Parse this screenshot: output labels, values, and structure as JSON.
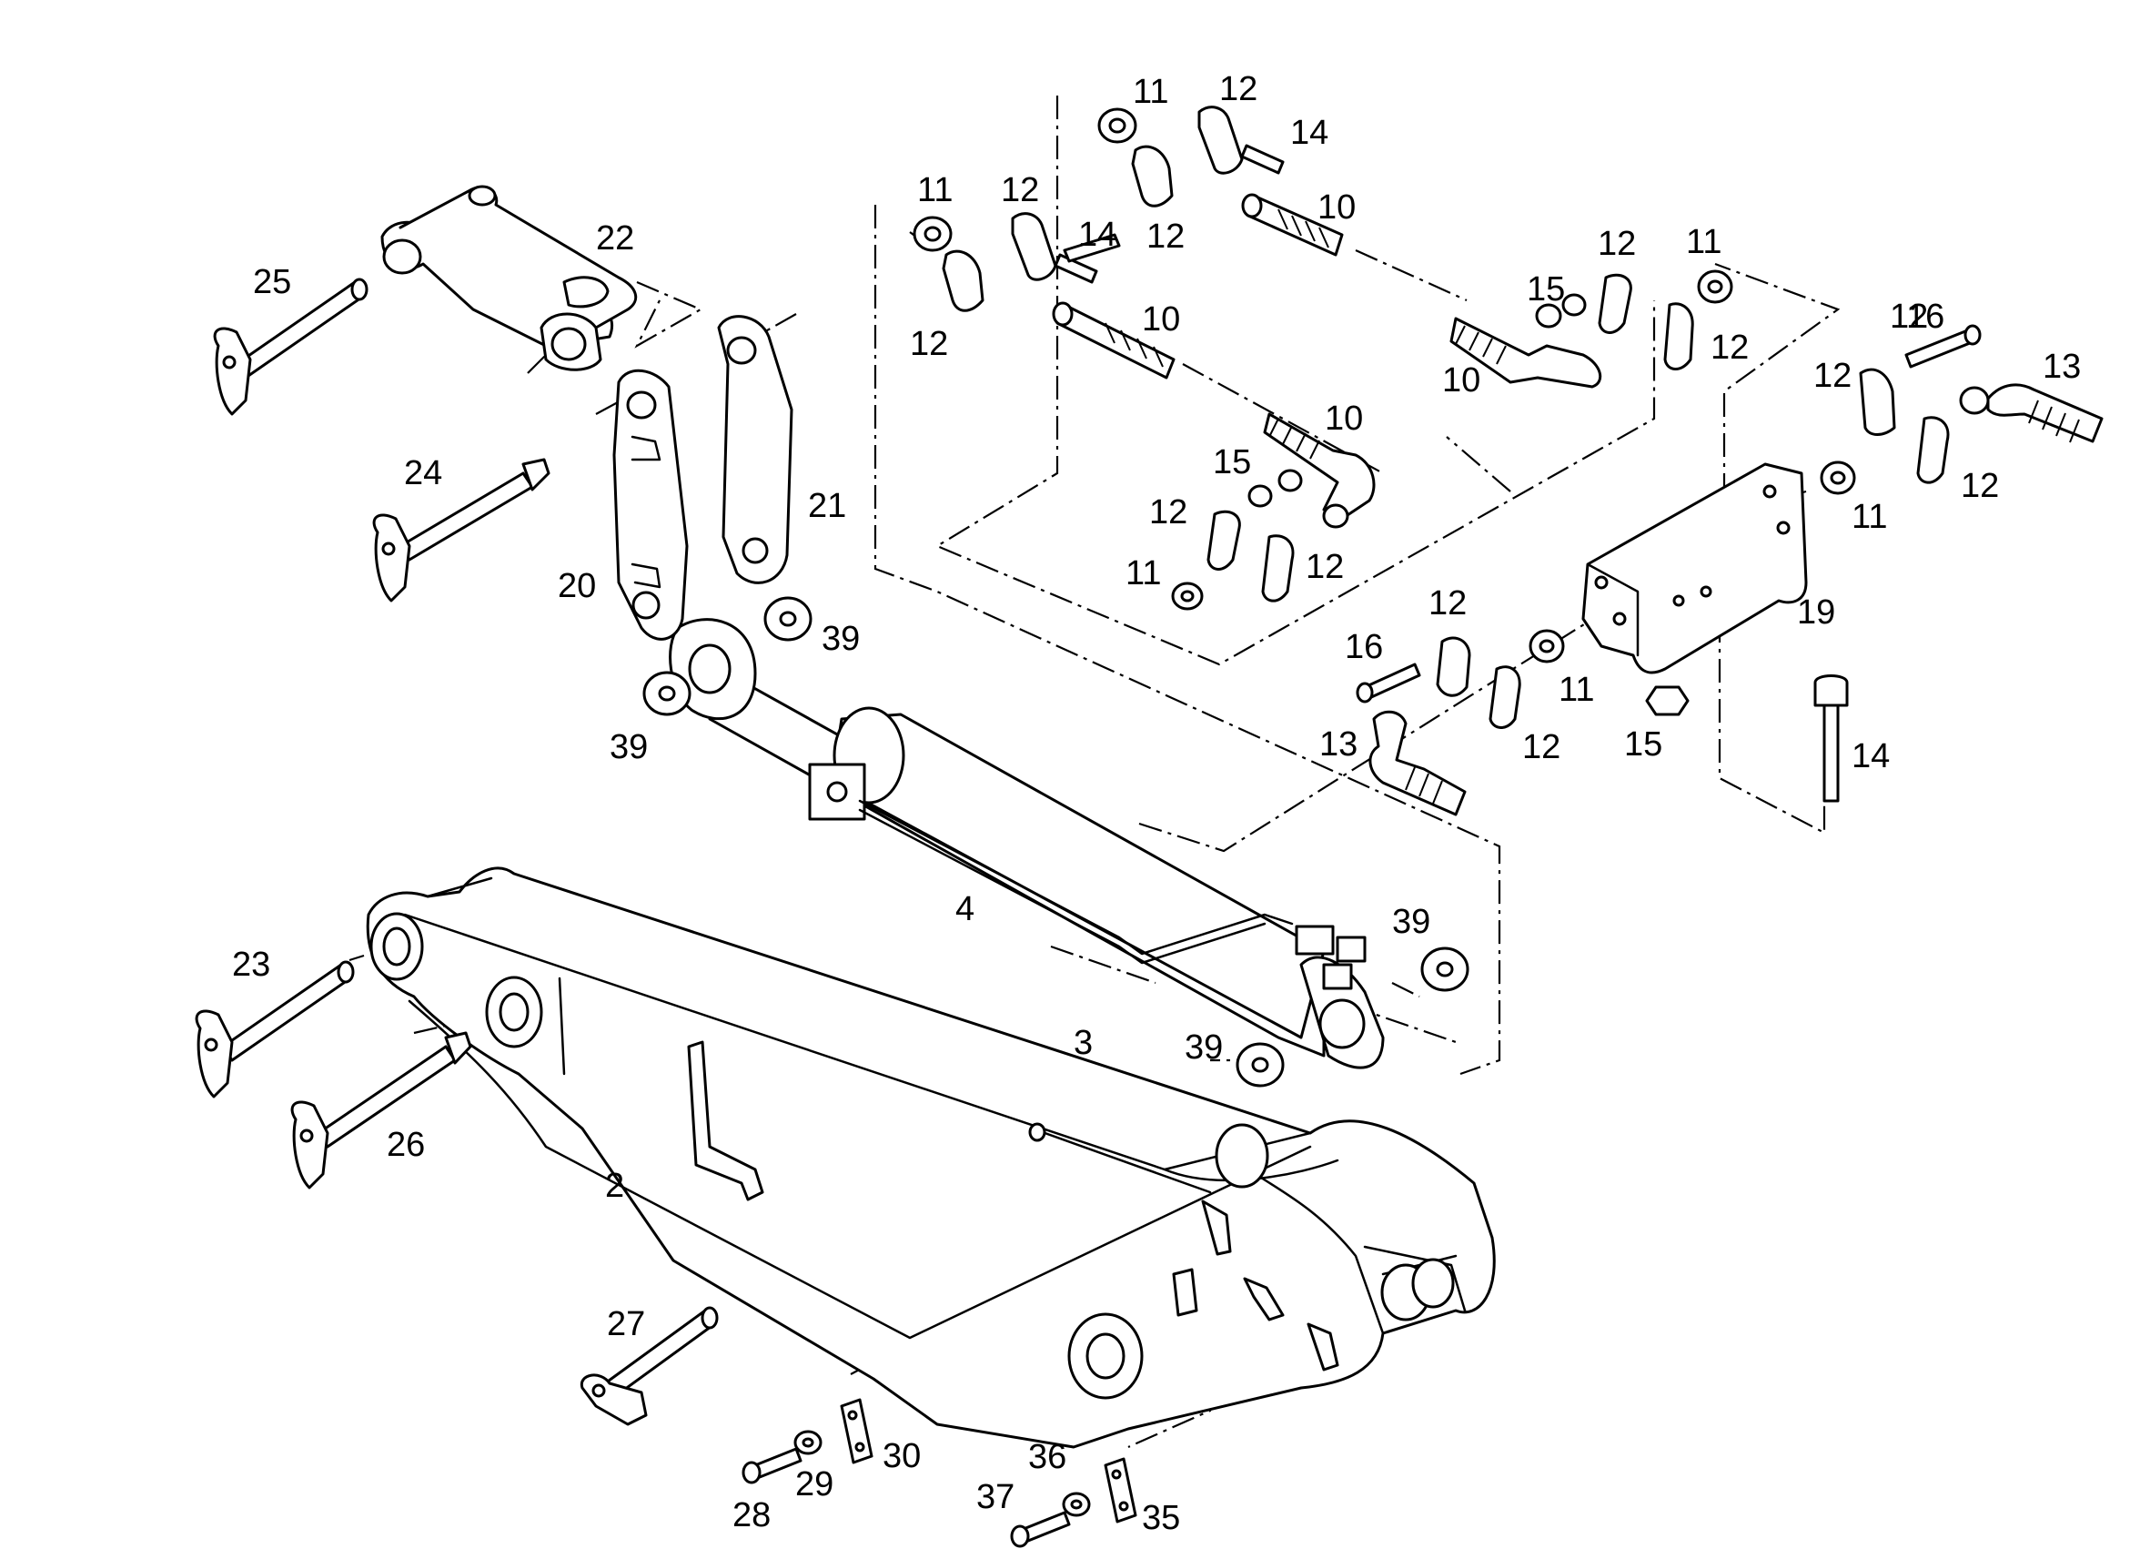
{
  "diagram": {
    "callouts": [
      "11",
      "12",
      "14",
      "12",
      "10",
      "11",
      "12",
      "14",
      "12",
      "10",
      "12",
      "15",
      "12",
      "11",
      "10",
      "12",
      "10",
      "15",
      "12",
      "11",
      "12",
      "16",
      "12",
      "13",
      "11",
      "12",
      "19",
      "11",
      "12",
      "15",
      "14",
      "16",
      "12",
      "13",
      "22",
      "25",
      "24",
      "21",
      "20",
      "39",
      "39",
      "4",
      "39",
      "39",
      "23",
      "26",
      "2",
      "3",
      "27",
      "28",
      "29",
      "30",
      "36",
      "37",
      "35"
    ],
    "colors": {
      "line": "#000000",
      "paper": "#ffffff"
    }
  }
}
